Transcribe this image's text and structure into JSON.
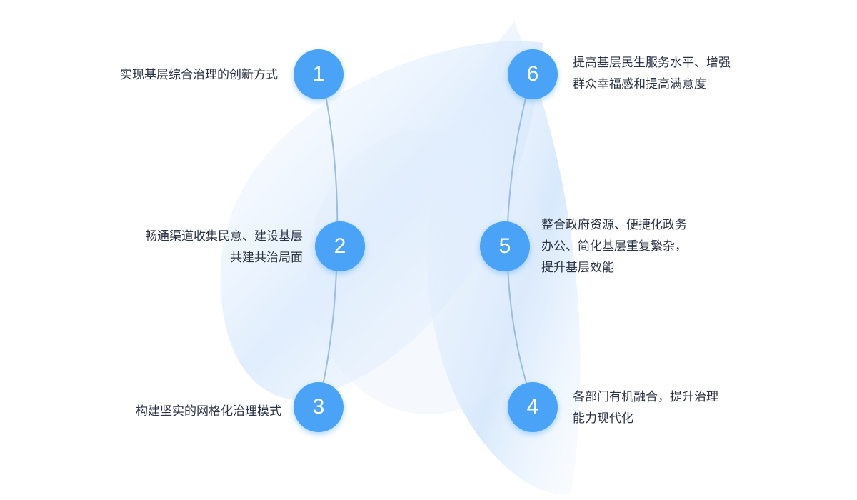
{
  "steps": [
    {
      "num": "1",
      "lines": [
        "实现基层综合治理的创新方式"
      ]
    },
    {
      "num": "2",
      "lines": [
        "畅通渠道收集民意、建设基层",
        "共建共治局面"
      ]
    },
    {
      "num": "3",
      "lines": [
        "构建坚实的网格化治理模式"
      ]
    },
    {
      "num": "4",
      "lines": [
        "各部门有机融合，提升治理",
        "能力现代化"
      ]
    },
    {
      "num": "5",
      "lines": [
        "整合政府资源、便捷化政务",
        "办公、简化基层重复繁杂，",
        "提升基层效能"
      ]
    },
    {
      "num": "6",
      "lines": [
        "提高基层民生服务水平、增强",
        "群众幸福感和提高满意度"
      ]
    }
  ],
  "colors": {
    "node": "#4aa3f7",
    "line": "#9bbde0",
    "text": "#2b3345"
  }
}
